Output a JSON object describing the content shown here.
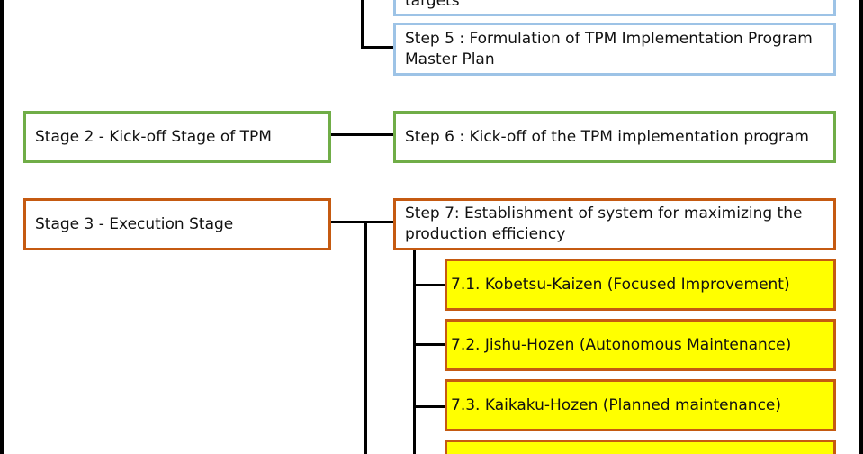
{
  "diagram": {
    "step4_tail": "targets",
    "step5": "Step 5 : Formulation of TPM Implementation Program Master Plan",
    "stage2": "Stage 2 - Kick-off Stage of TPM",
    "step6": "Step 6 : Kick-off of the TPM implementation program",
    "stage3": "Stage 3 - Execution Stage",
    "step7": "Step 7: Establishment of system for maximizing the production efficiency",
    "sub_steps": [
      "7.1. Kobetsu-Kaizen (Focused Improvement)",
      "7.2. Jishu-Hozen (Autonomous Maintenance)",
      "7.3. Kaikaku-Hozen (Planned maintenance)"
    ],
    "colors": {
      "blue": "#9dc3e6",
      "green": "#70ad47",
      "orange": "#c55a11",
      "yellow": "#ffff00"
    }
  }
}
